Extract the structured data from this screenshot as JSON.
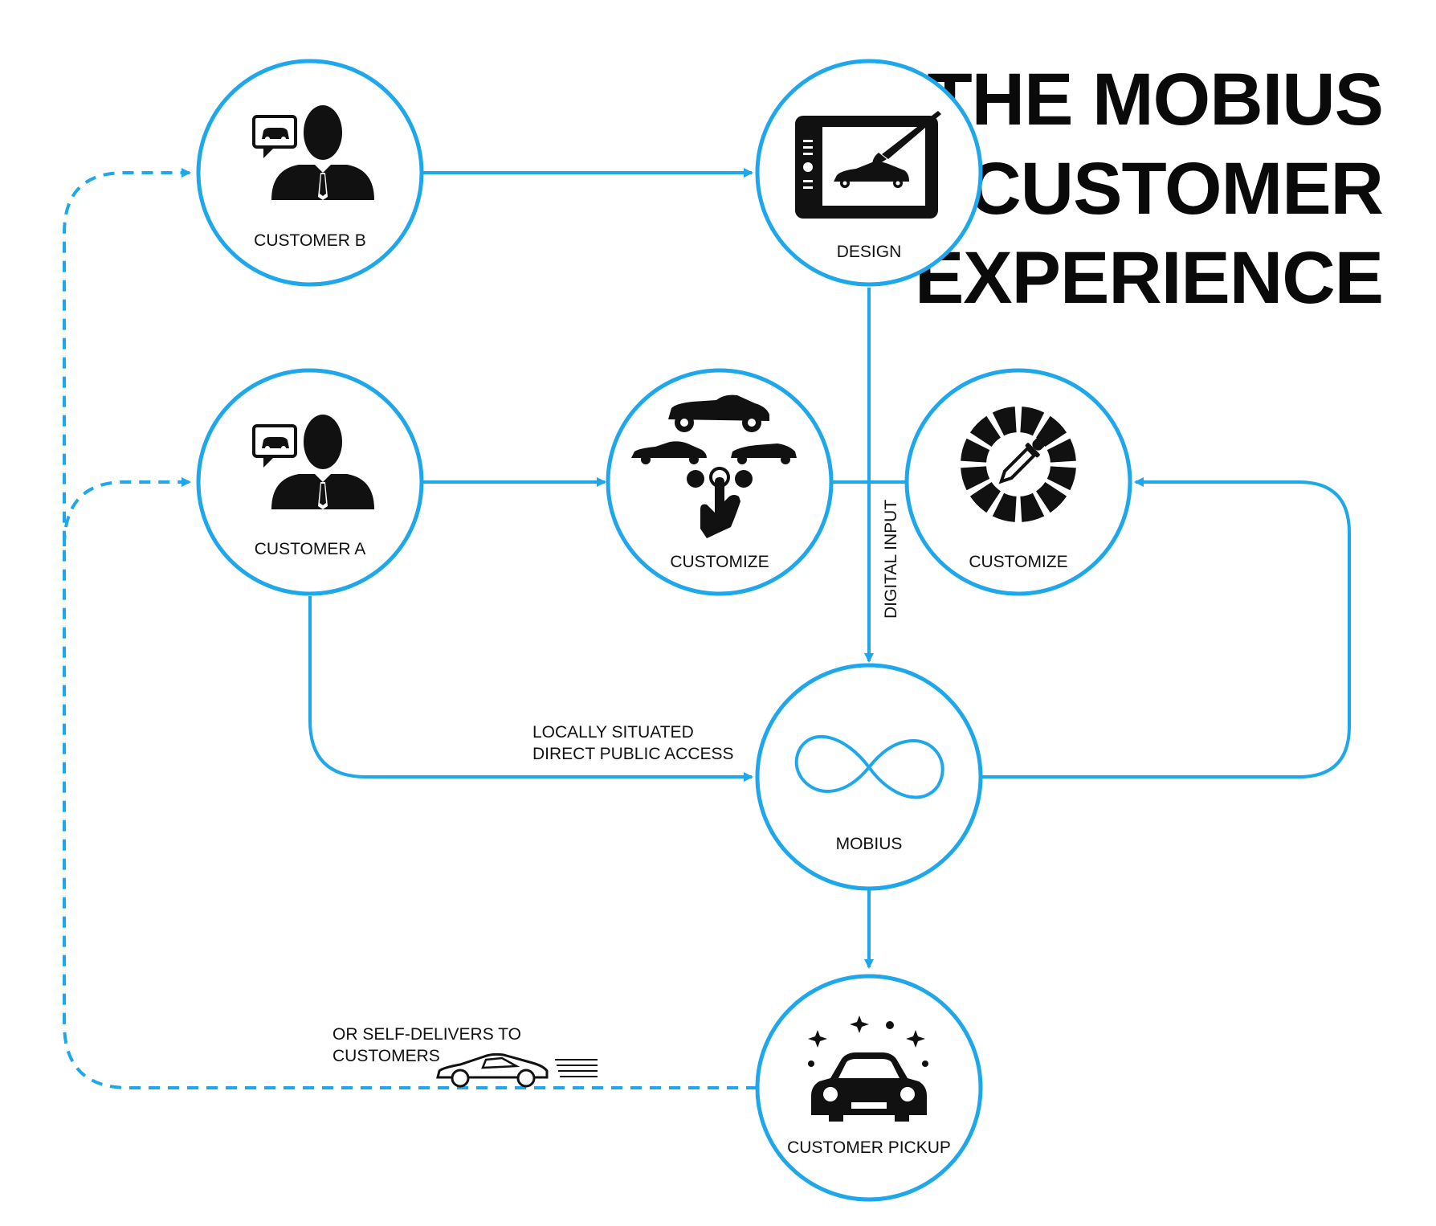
{
  "title": {
    "lines": [
      "THE MOBIUS",
      "CUSTOMER",
      "EXPERIENCE"
    ]
  },
  "colors": {
    "accent": "#1ea7ea",
    "icon": "#111111",
    "text": "#111111"
  },
  "nodes": {
    "customer_b": {
      "label": "CUSTOMER B",
      "icon": "customer-with-car-speech-icon"
    },
    "design": {
      "label": "DESIGN",
      "icon": "drawing-tablet-icon"
    },
    "customer_a": {
      "label": "CUSTOMER A",
      "icon": "customer-with-car-speech-icon"
    },
    "customize_select": {
      "label": "CUSTOMIZE",
      "icon": "cars-touch-select-icon"
    },
    "customize_color": {
      "label": "CUSTOMIZE",
      "icon": "color-wheel-dropper-icon"
    },
    "mobius": {
      "label": "MOBIUS",
      "icon": "infinity-icon"
    },
    "pickup": {
      "label": "CUSTOMER PICKUP",
      "icon": "sparkling-car-icon"
    }
  },
  "edges": {
    "digital_input": "DIGITAL INPUT",
    "local_access": [
      "LOCALLY SITUATED",
      "DIRECT PUBLIC ACCESS"
    ],
    "self_deliver": [
      "OR SELF-DELIVERS TO",
      "CUSTOMERS"
    ]
  }
}
